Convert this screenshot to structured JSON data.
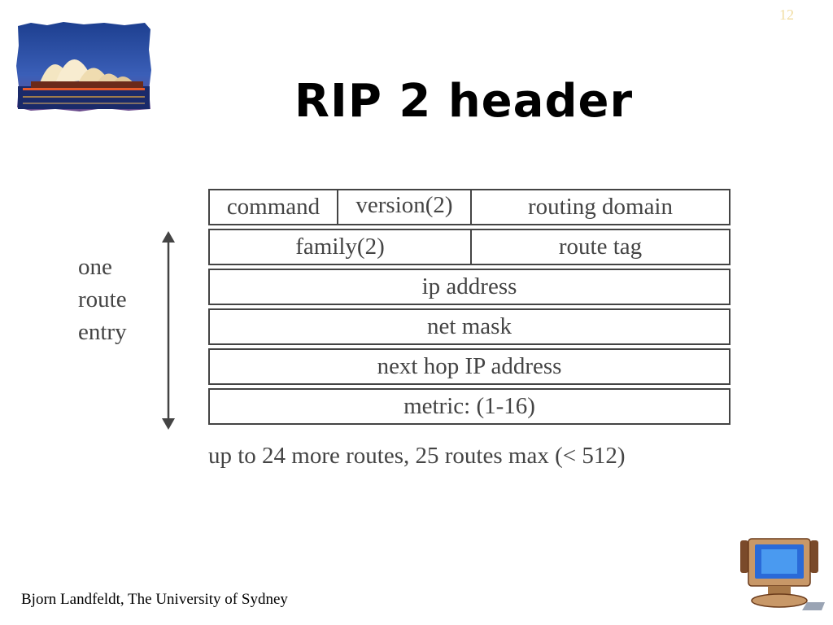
{
  "slide_number": "12",
  "title": "RIP 2 header",
  "side_label": [
    "one",
    "route",
    "entry"
  ],
  "rows": [
    [
      "command",
      "version(2)",
      "routing domain"
    ],
    [
      "family(2)",
      "route tag"
    ],
    [
      "ip address"
    ],
    [
      "net mask"
    ],
    [
      "next hop IP address"
    ],
    [
      "metric: (1-16)"
    ]
  ],
  "note": "up to 24 more routes, 25 routes max (< 512)",
  "footer": "Bjorn Landfeldt, The University of Sydney",
  "icons": {
    "logo": "sydney-opera-house-logo",
    "corner": "computer-monitor-icon"
  }
}
